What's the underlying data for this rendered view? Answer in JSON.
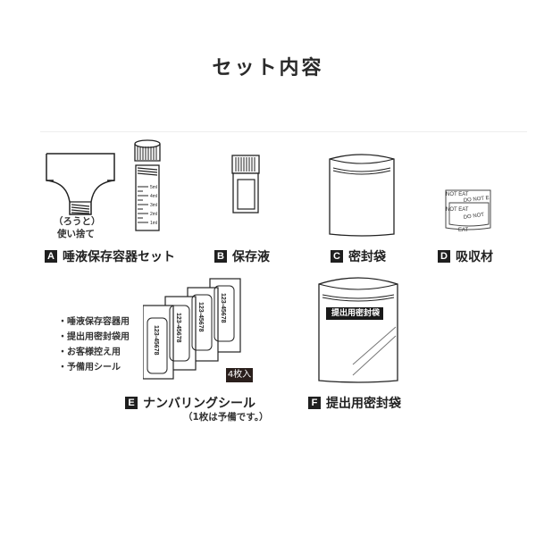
{
  "page": {
    "title": "セット内容"
  },
  "items": [
    {
      "letter": "A",
      "label": "唾液保存容器セット",
      "funnel_caption_1": "（ろうと）",
      "funnel_caption_2": "使い捨て",
      "tube_scale": [
        "5ml",
        "4ml",
        "3ml",
        "2ml",
        "1ml"
      ]
    },
    {
      "letter": "B",
      "label": "保存液"
    },
    {
      "letter": "C",
      "label": "密封袋"
    },
    {
      "letter": "D",
      "label": "吸収材",
      "print_text": [
        "NOT EAT",
        "DO NOT E",
        "NOT EAT",
        "DO NOT",
        "EAT"
      ]
    },
    {
      "letter": "E",
      "label": "ナンバリングシール",
      "note": "（1枚は予備です。）",
      "count_badge": "4枚入",
      "sticker_number": "123-45678",
      "uses": [
        "・唾液保存容器用",
        "・提出用密封袋用",
        "・お客様控え用",
        "・予備用シール"
      ]
    },
    {
      "letter": "F",
      "label": "提出用密封袋",
      "bag_tag": "提出用密封袋"
    }
  ]
}
